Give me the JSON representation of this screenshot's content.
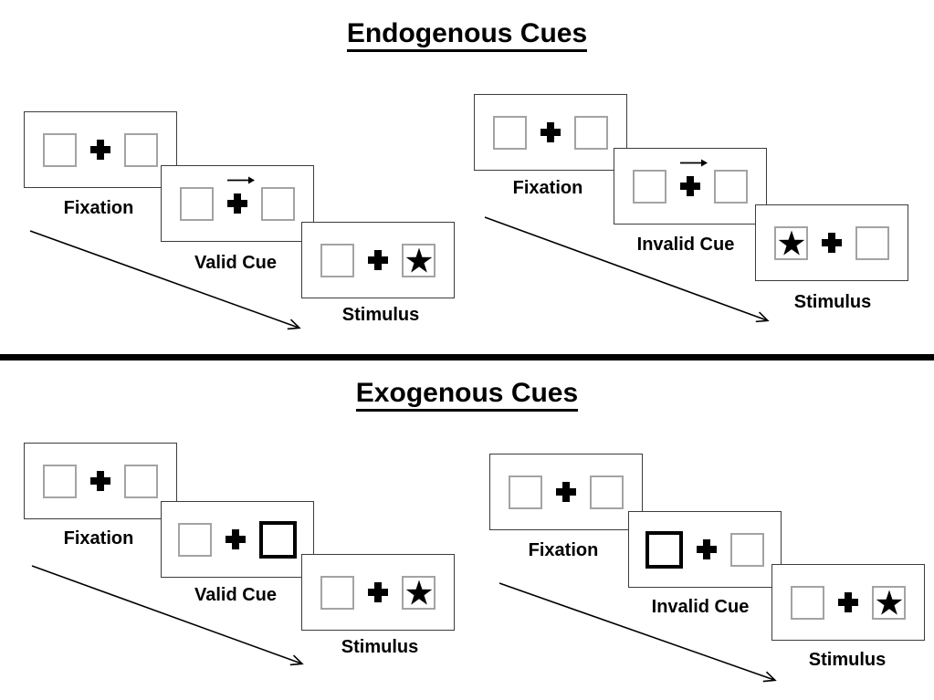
{
  "colors": {
    "background": "#ffffff",
    "text": "#000000",
    "panel_border": "#3c3c3c",
    "placeholder_square_border": "#a3a3a3",
    "cue_highlight_border": "#000000",
    "divider": "#000000"
  },
  "icons": {
    "fixation_cross": "heavy-plus-cross",
    "endogenous_cue_arrow": "thin-right-arrow",
    "stimulus_star": "filled-black-star",
    "sequence_arrow": "diagonal-open-arrow"
  },
  "sections": [
    {
      "title": "Endogenous Cues",
      "groups": [
        {
          "type": "valid",
          "fixation_label": "Fixation",
          "cue_label": "Valid Cue",
          "stimulus_label": "Stimulus",
          "cue_kind": "central-arrow-right",
          "stimulus_side": "right"
        },
        {
          "type": "invalid",
          "fixation_label": "Fixation",
          "cue_label": "Invalid Cue",
          "stimulus_label": "Stimulus",
          "cue_kind": "central-arrow-right",
          "stimulus_side": "left"
        }
      ]
    },
    {
      "title": "Exogenous Cues",
      "groups": [
        {
          "type": "valid",
          "fixation_label": "Fixation",
          "cue_label": "Valid Cue",
          "stimulus_label": "Stimulus",
          "cue_kind": "peripheral-box-right",
          "stimulus_side": "right"
        },
        {
          "type": "invalid",
          "fixation_label": "Fixation",
          "cue_label": "Invalid Cue",
          "stimulus_label": "Stimulus",
          "cue_kind": "peripheral-box-left",
          "stimulus_side": "right"
        }
      ]
    }
  ]
}
